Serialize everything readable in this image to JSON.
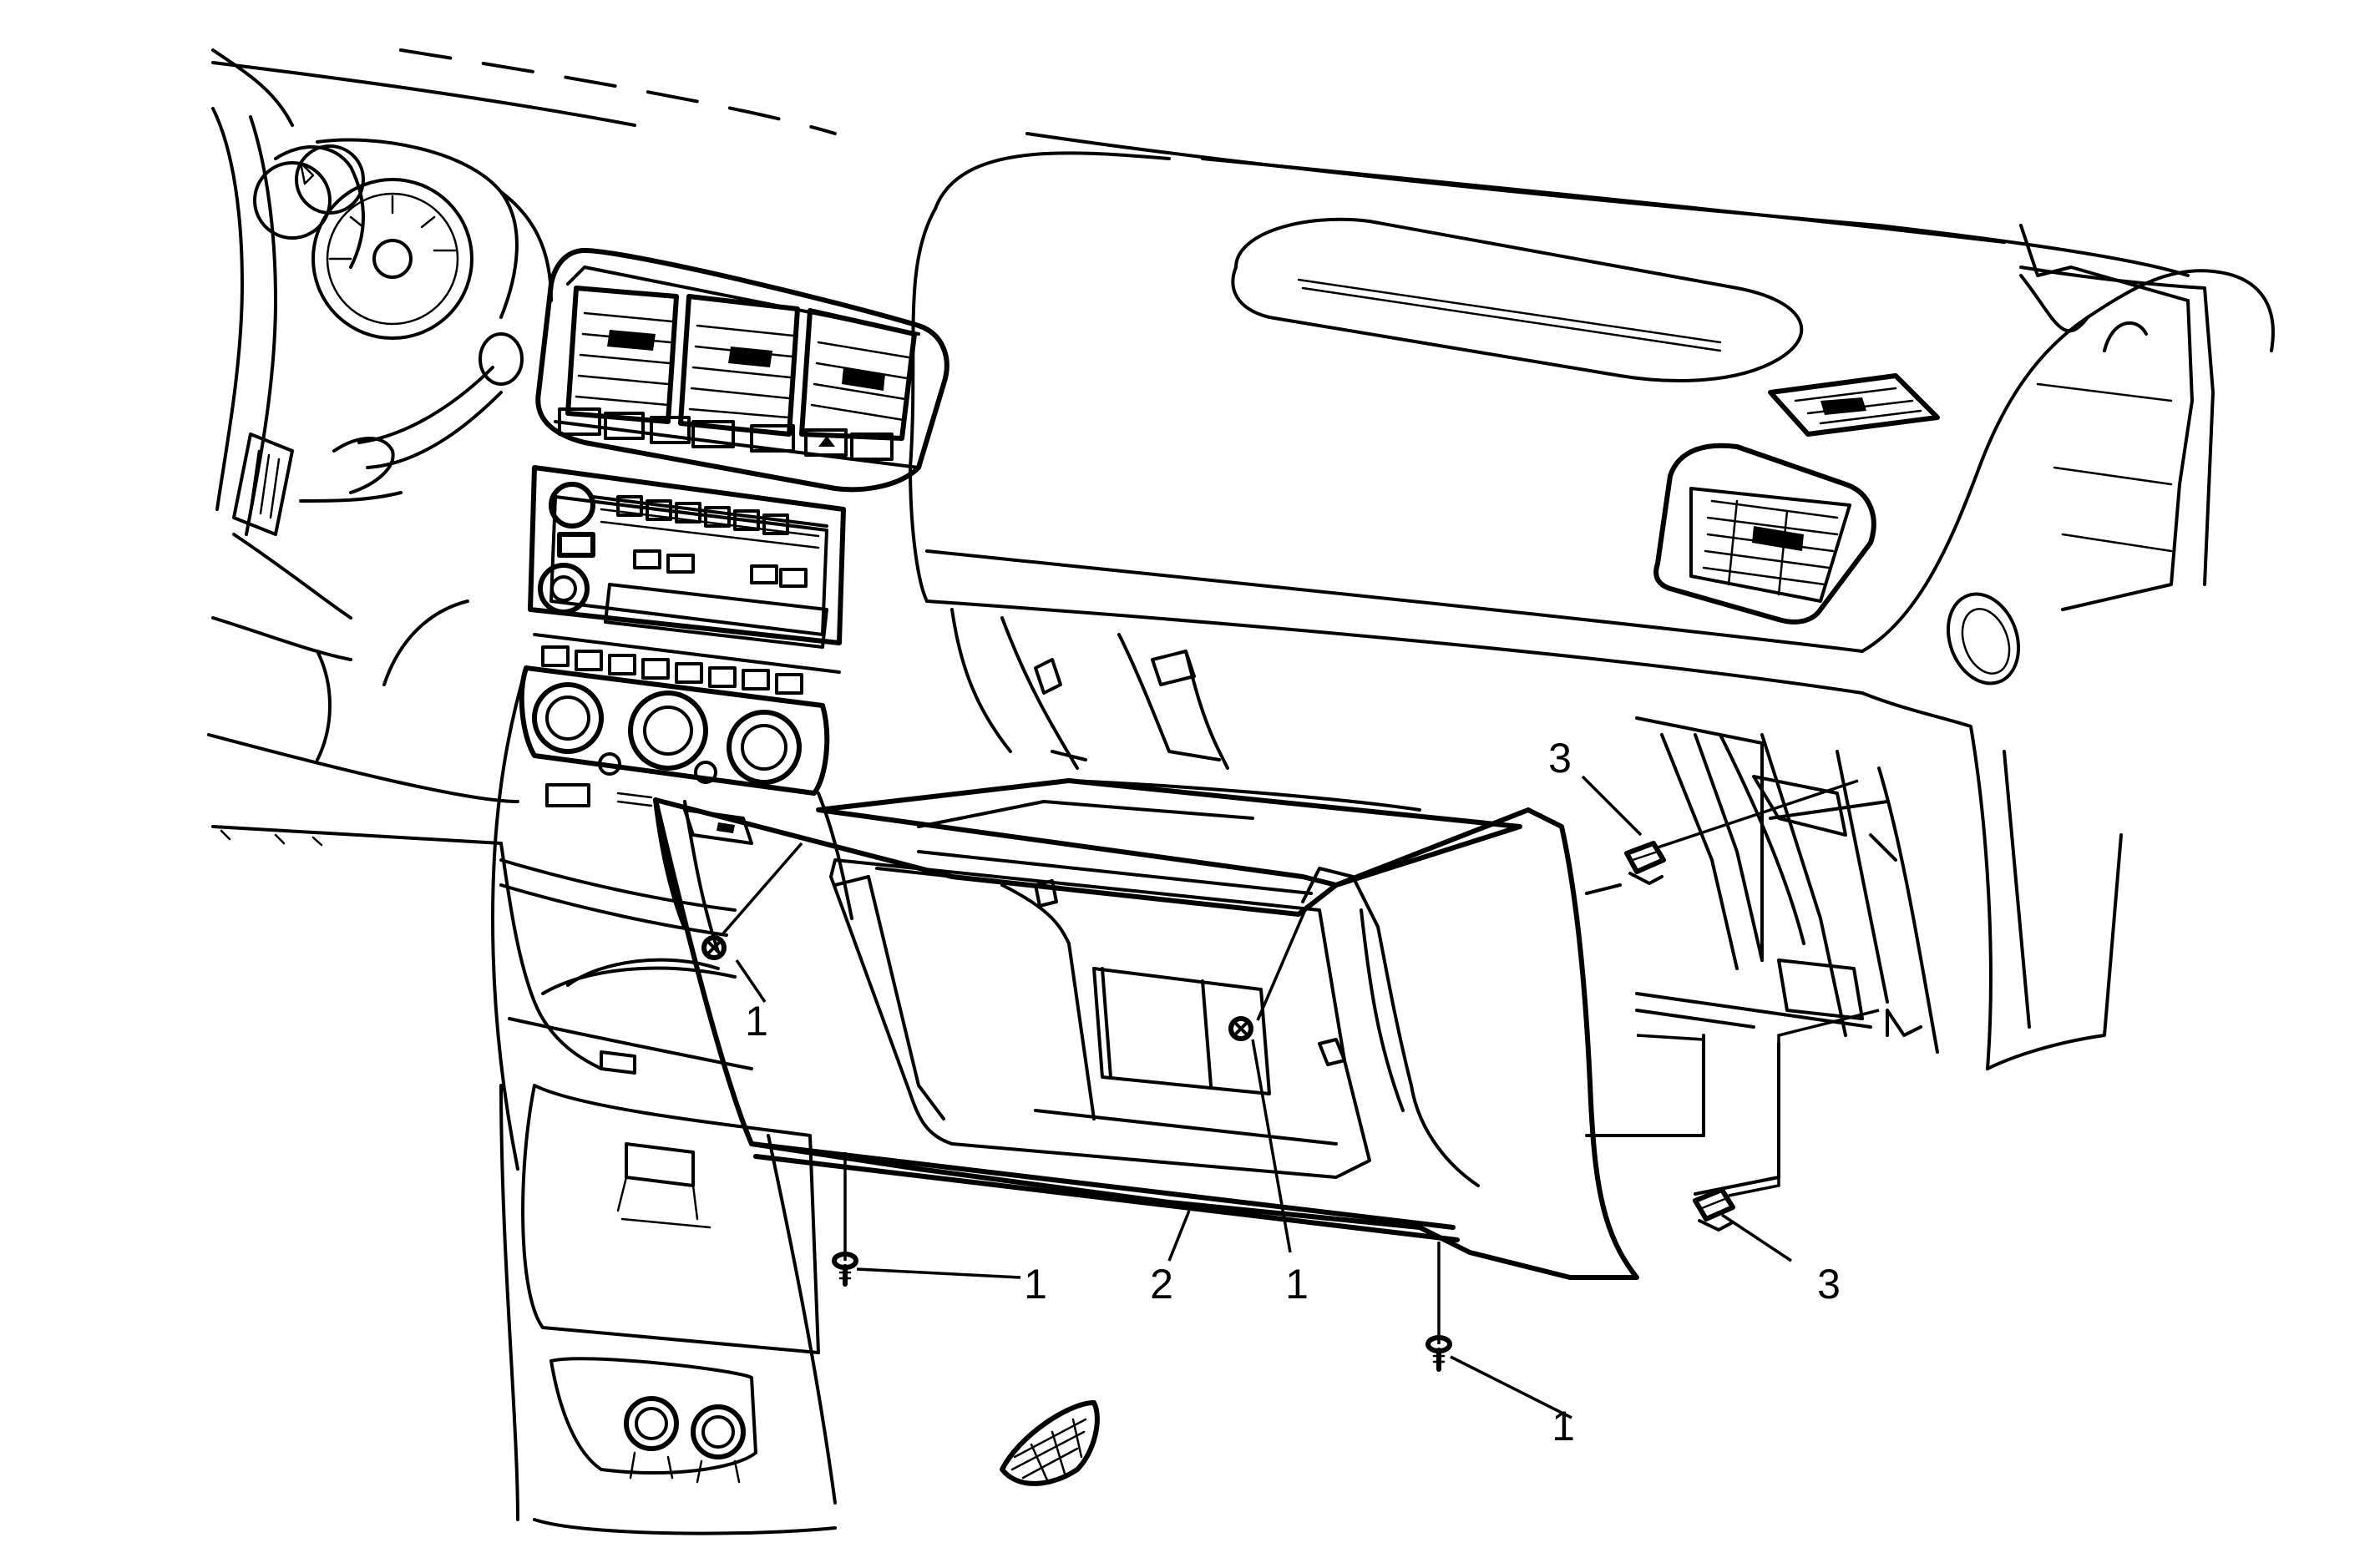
{
  "callouts": [
    {
      "id": "1a",
      "text": "1"
    },
    {
      "id": "1b",
      "text": "1"
    },
    {
      "id": "1c",
      "text": "1"
    },
    {
      "id": "1d",
      "text": "1"
    },
    {
      "id": "2",
      "text": "2"
    },
    {
      "id": "3a",
      "text": "3"
    },
    {
      "id": "3b",
      "text": "3"
    }
  ]
}
